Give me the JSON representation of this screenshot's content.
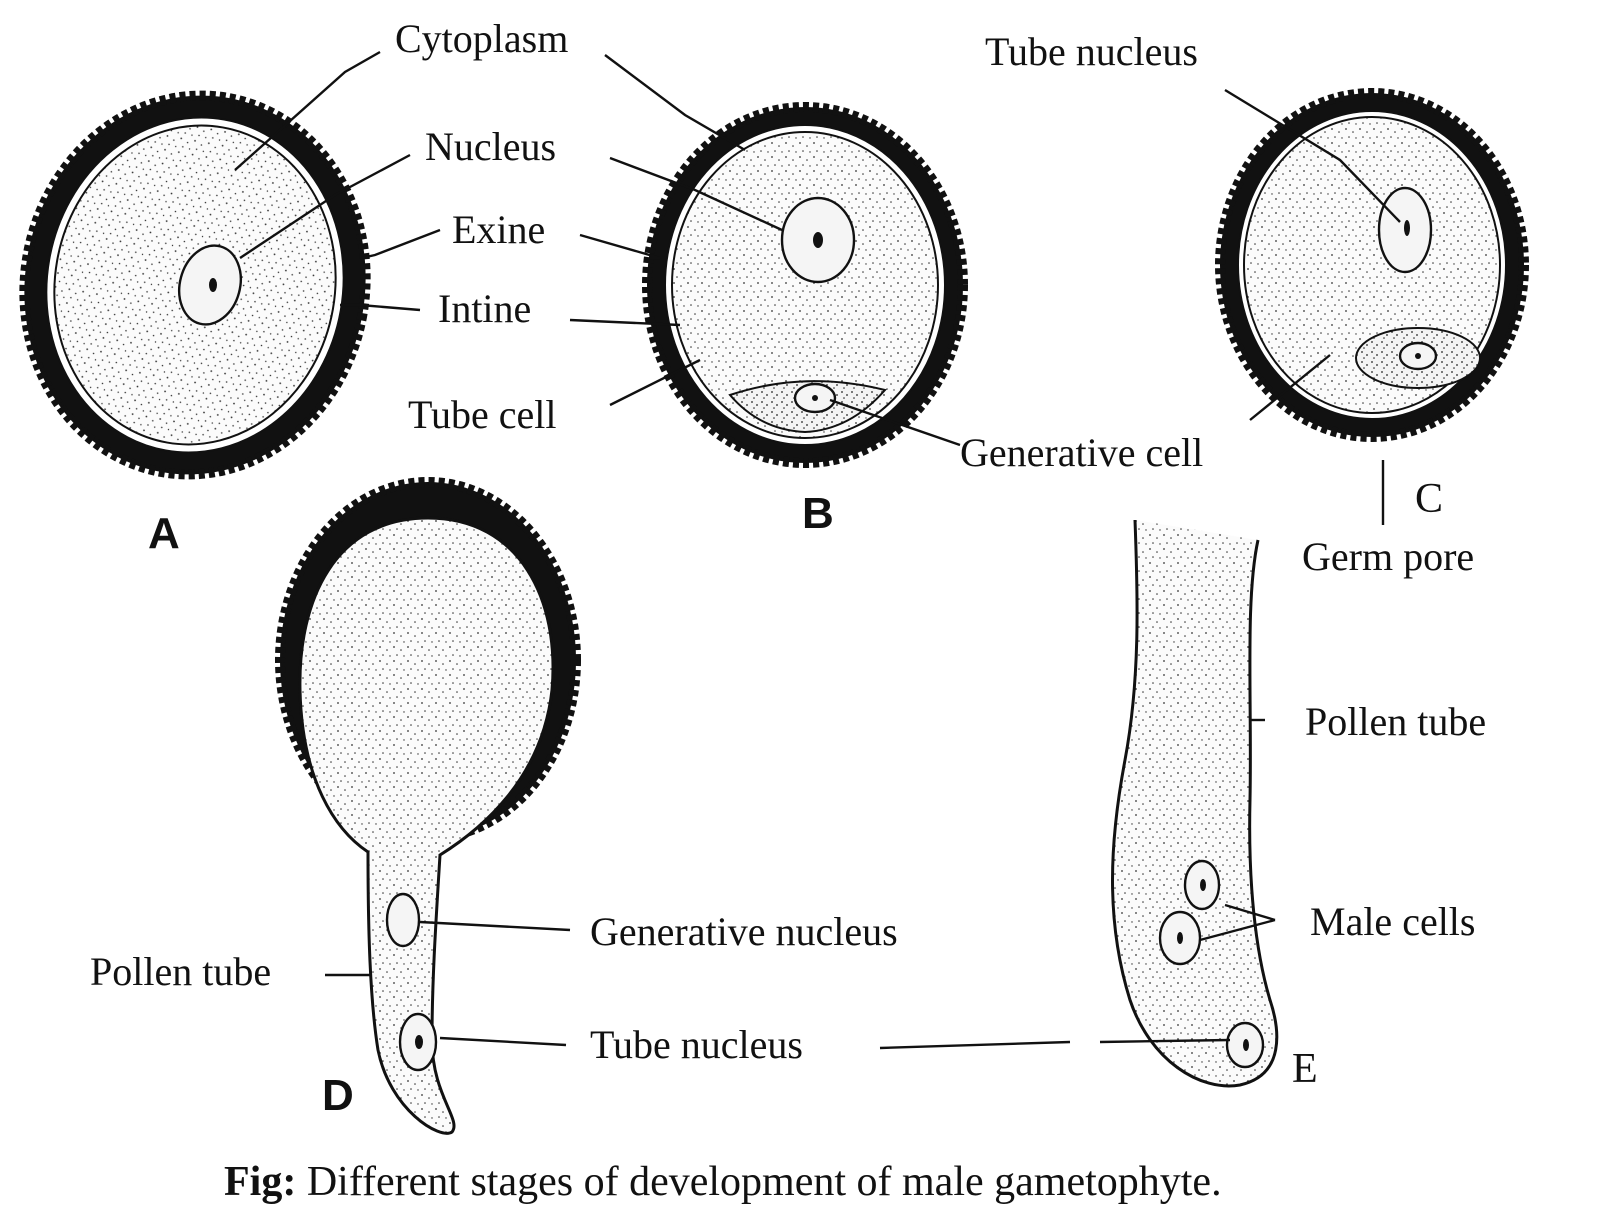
{
  "labels": {
    "cytoplasm": "Cytoplasm",
    "nucleus": "Nucleus",
    "exine": "Exine",
    "intine": "Intine",
    "tube_cell": "Tube cell",
    "generative_cell": "Generative cell",
    "tube_nucleus_top": "Tube nucleus",
    "germ_pore": "Germ pore",
    "pollen_tube_right": "Pollen tube",
    "male_cells": "Male cells",
    "generative_nucleus": "Generative nucleus",
    "pollen_tube_left": "Pollen tube",
    "tube_nucleus_bottom": "Tube nucleus"
  },
  "stages": {
    "a": "A",
    "b": "B",
    "c": "C",
    "d": "D",
    "e": "E"
  },
  "caption": {
    "prefix": "Fig:",
    "text": " Different stages of development of male gametophyte."
  }
}
